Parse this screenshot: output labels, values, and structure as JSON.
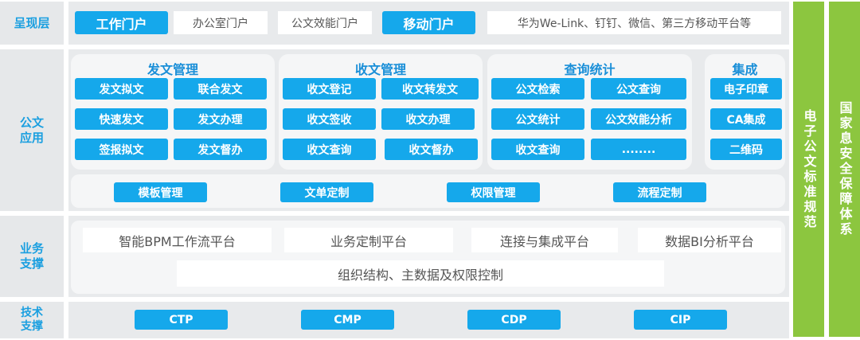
{
  "layers": {
    "presentation": "呈现层",
    "application": "公文\n应用",
    "business": "业务\n支撑",
    "tech": "技术\n支撑"
  },
  "presentation_items": [
    "工作门户",
    "办公室门户",
    "公文效能门户",
    "移动门户",
    "华为We-Link、钉钉、微信、第三方移动平台等"
  ],
  "panels": {
    "send": {
      "title": "发文管理",
      "items": [
        "发文拟文",
        "联合发文",
        "快速发文",
        "发文办理",
        "签报拟文",
        "发文督办"
      ]
    },
    "receive": {
      "title": "收文管理",
      "items": [
        "收文登记",
        "收文转发文",
        "收文签收",
        "收文办理",
        "收文查询",
        "收文督办"
      ]
    },
    "query": {
      "title": "查询统计",
      "items": [
        "公文检索",
        "公文查询",
        "公文统计",
        "公文效能分析",
        "收文查询",
        "........"
      ]
    },
    "integration": {
      "title": "集成",
      "items": [
        "电子印章",
        "CA集成",
        "二维码"
      ]
    }
  },
  "mgmt_items": [
    "模板管理",
    "文单定制",
    "权限管理",
    "流程定制"
  ],
  "business_items": [
    "智能BPM工作流平台",
    "业务定制平台",
    "连接与集成平台",
    "数据BI分析平台"
  ],
  "business_bottom": "组织结构、主数据及权限控制",
  "tech_items": [
    "CTP",
    "CMP",
    "CDP",
    "CIP"
  ],
  "side_bars": [
    "电子公文标准规范",
    "国家息安全保障体系"
  ],
  "colors": {
    "accent_blue": "#15a8eb",
    "side_green": "#8cc63f",
    "label_blue": "#1a9fe0",
    "panel_bg": "#f5f6f7"
  }
}
